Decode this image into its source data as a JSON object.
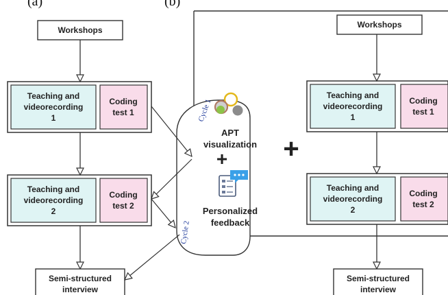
{
  "header": {
    "left_label": "(a)",
    "left_suffix": "",
    "right_label": "(b)"
  },
  "left": {
    "workshops": "Workshops",
    "teach1": [
      "Teaching and",
      "videorecording",
      "1"
    ],
    "coding1": [
      "Coding",
      "test 1"
    ],
    "teach2": [
      "Teaching and",
      "videorecording",
      "2"
    ],
    "coding2": [
      "Coding",
      "test 2"
    ],
    "interview": [
      "Semi-structured",
      "interview"
    ]
  },
  "center": {
    "cycle1": "Cycle 1",
    "cycle2": "Cycle 2",
    "apt": [
      "APT",
      "visualization"
    ],
    "plus": "+",
    "feedback": [
      "Personalized",
      "feedback"
    ]
  },
  "right": {
    "big_plus": "+",
    "workshops": "Workshops",
    "teach1": [
      "Teaching and",
      "videorecording",
      "1"
    ],
    "coding1": [
      "Coding",
      "test 1"
    ],
    "teach2": [
      "Teaching and",
      "videorecording",
      "2"
    ],
    "coding2": [
      "Coding",
      "test 2"
    ],
    "interview": [
      "Semi-structured",
      "interview"
    ]
  },
  "colors": {
    "teal_fill": "#dff4f4",
    "pink_fill": "#f9dcea",
    "stroke": "#333333"
  }
}
